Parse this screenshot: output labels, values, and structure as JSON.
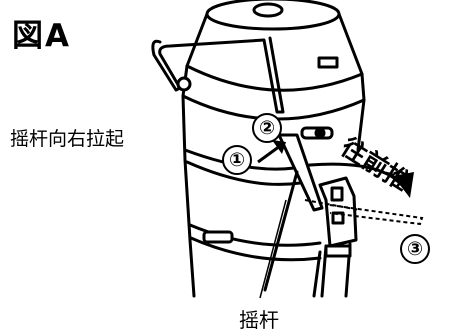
{
  "figure": {
    "title": "図A"
  },
  "labels": {
    "lever_raise_right": "摇杆向右拉起",
    "push_forward": "往前推",
    "lever": "摇杆"
  },
  "steps": [
    "①",
    "②",
    "③"
  ]
}
